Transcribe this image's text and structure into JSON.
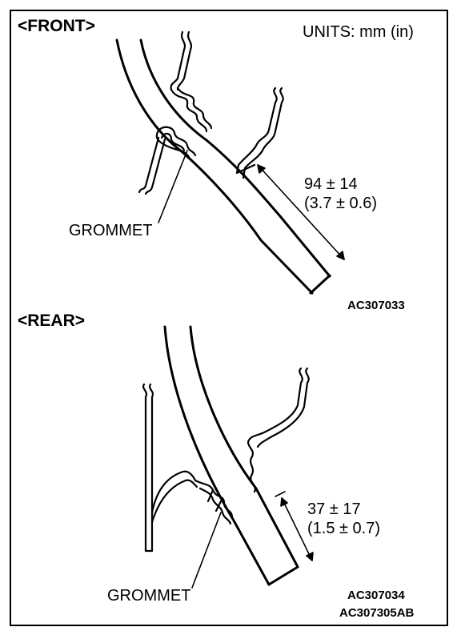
{
  "front": {
    "title": "<FRONT>",
    "units": "UNITS: mm (in)",
    "callout": "GROMMET",
    "dim_mm": "94 ± 14",
    "dim_in": "(3.7 ± 0.6)",
    "code": "AC307033"
  },
  "rear": {
    "title": "<REAR>",
    "callout": "GROMMET",
    "dim_mm": "37 ± 17",
    "dim_in": "(1.5 ± 0.7)",
    "code": "AC307034"
  },
  "figure_code": "AC307305AB"
}
